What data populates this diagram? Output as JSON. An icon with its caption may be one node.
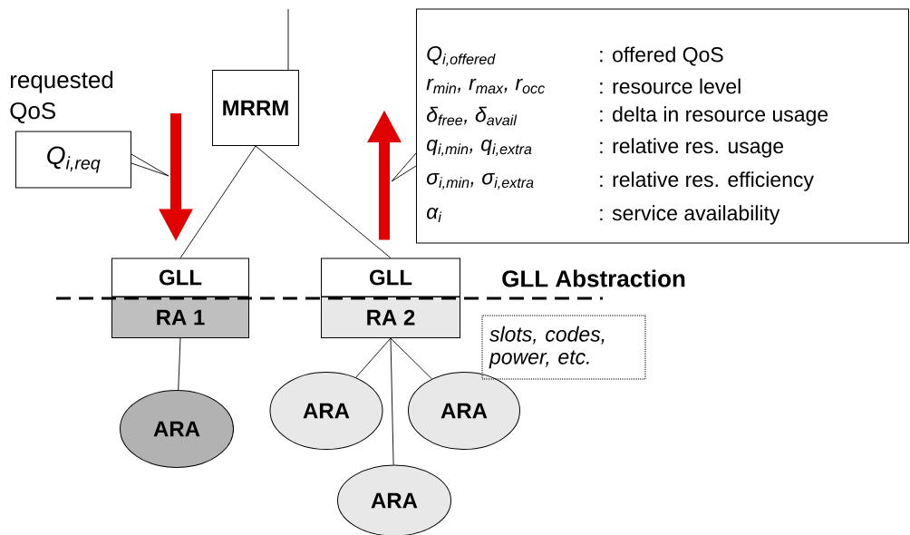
{
  "diagram": {
    "nodes": [
      {
        "text": [
          "MRRM"
        ]
      },
      {
        "text": [
          "GLL"
        ]
      },
      {
        "text": [
          "RA 1"
        ]
      },
      {
        "text": [
          "GLL"
        ]
      },
      {
        "text": [
          "RA 2"
        ]
      },
      {
        "text": [
          "ARA"
        ]
      },
      {
        "text": [
          "ARA"
        ]
      },
      {
        "text": [
          "ARA"
        ]
      },
      {
        "text": [
          "ARA"
        ]
      },
      {
        "text": [
          "Q$_{i,req}$"
        ],
        "beside": [
          "requested QoS"
        ]
      },
      {
        "text": [
          "Q$_{i,offered}$",
          ": offered QoS",
          "r$_{min}$, r$_{max}$, r$_{occ}$",
          ": resource level",
          "δ$_{free}$, δ$_{avail}$",
          ": delta in resource usage",
          "q$_{i,min}$, q$_{i,extra}$",
          ": relative res. usage",
          "σ$_{i,min}$, σ$_{i,extra}$",
          ": relative res. efficiency",
          "α$_{i}$",
          ": service availability"
        ]
      },
      {
        "text": [
          "slots, codes, power, etc."
        ]
      }
    ],
    "edges": [
      {
        "from": null,
        "to": 0,
        "arrow": "none"
      },
      {
        "from": 0,
        "to": 1,
        "arrow": "none"
      },
      {
        "from": 0,
        "to": 3,
        "arrow": "none"
      },
      {
        "from": 2,
        "to": 5,
        "arrow": "none"
      },
      {
        "from": 4,
        "to": 6,
        "arrow": "none"
      },
      {
        "from": 4,
        "to": 8,
        "arrow": "none"
      },
      {
        "from": 4,
        "to": 7,
        "arrow": "none"
      },
      {
        "from": null,
        "to": 1,
        "arrow": "to",
        "style": "thick",
        "color": "#e00000"
      },
      {
        "from": 3,
        "to": null,
        "arrow": "to",
        "style": "thick",
        "color": "#e00000"
      },
      {
        "from": 9,
        "to": null,
        "arrow": "to"
      },
      {
        "from": 10,
        "to": null,
        "arrow": "to"
      }
    ],
    "labels": [
      "GLL Abstraction"
    ]
  }
}
